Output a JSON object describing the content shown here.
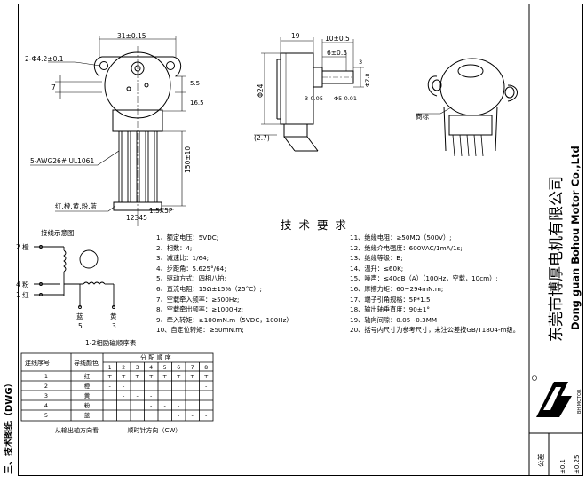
{
  "drawing": {
    "title": "技 术 要 求",
    "section_label": "三、技术图纸（DWG）",
    "company_cn": "东莞市博厚电机有限公司",
    "company_en": "Dong guan Bohou Motor Co.,Ltd",
    "logo_text": "BH MOTOR",
    "nameplate_label": "商标",
    "tolerance_header": "公差",
    "tolerance_values": [
      "±0.1",
      "±0.25"
    ]
  },
  "dimensions": {
    "width_31": "31±0.15",
    "hole": "2-Φ4.2±0.1",
    "d7": "7",
    "d5_5": "5.5",
    "d16_5": "16.5",
    "lead_150": "150±10",
    "wire_spec": "5-AWG26# UL1061",
    "d19": "19",
    "d10": "10±0.5",
    "d6": "6±0.3",
    "dia24": "Φ24",
    "d2_7": "(2.7)",
    "shaft3": "3-0.05",
    "shaft5": "Φ5-0.01",
    "d7_8": "Φ7.8",
    "d3": "3",
    "connector": "1.5X5P",
    "wire_colors": "红.橙.黄.粉.蓝",
    "pin_numbers": "12345"
  },
  "wiring": {
    "title": "接线示意图",
    "labels": [
      "2 橙",
      "4 粉",
      "1 红",
      "蓝",
      "5",
      "黄",
      "3"
    ],
    "table_title": "1-2相励磁顺序表",
    "table_headers": [
      "连线序号",
      "导线颜色",
      "分 配 顺 序"
    ],
    "steps": [
      "1",
      "2",
      "3",
      "4",
      "5",
      "6",
      "7",
      "8"
    ],
    "rows": [
      {
        "no": "1",
        "color": "红",
        "seq": [
          "+",
          "+",
          "+",
          "+",
          "+",
          "+",
          "+",
          "+"
        ]
      },
      {
        "no": "2",
        "color": "橙",
        "seq": [
          "-",
          "-",
          "",
          "",
          "",
          "",
          "",
          "-"
        ]
      },
      {
        "no": "3",
        "color": "黄",
        "seq": [
          "",
          "-",
          "-",
          "-",
          "",
          "",
          "",
          ""
        ]
      },
      {
        "no": "4",
        "color": "粉",
        "seq": [
          "",
          "",
          "",
          "-",
          "-",
          "-",
          "",
          ""
        ]
      },
      {
        "no": "5",
        "color": "蓝",
        "seq": [
          "",
          "",
          "",
          "",
          "",
          "-",
          "-",
          "-"
        ]
      }
    ],
    "direction_note": "从输出轴方向看 ———— 顺时针方向（CW）"
  },
  "requirements_left": [
    "1、额定电压：5VDC;",
    "2、相数：4;",
    "3、减速比：1/64;",
    "4、步距角：5.625°/64;",
    "5、驱动方式：四相八拍;",
    "6、直流电阻：15Ω±15%（25°C）;",
    "7、空载牵入频率：≥500Hz;",
    "8、空载牵出频率：≥1000Hz;",
    "9、牵入转矩：≥100mN.m（5VDC，100Hz）",
    "10、自定位转矩：≥50mN.m;"
  ],
  "requirements_right": [
    "11、绝缘电阻：≥50MΩ（500V）;",
    "12、绝缘介电强度：600VAC/1mA/1s;",
    "13、绝缘等级：B;",
    "14、温升：≤60K;",
    "15、噪声：≤40dB（A）（100Hz，空载，10cm）;",
    "16、摩擦力矩：60~294mN.m;",
    "17、端子引角规格：5P*1.5",
    "18、输出轴垂直度：90±1°",
    "19、轴向间隙：0.05~0.3MM",
    "20、括号内尺寸为参考尺寸，未注公差按GB/T1804-m级。"
  ]
}
